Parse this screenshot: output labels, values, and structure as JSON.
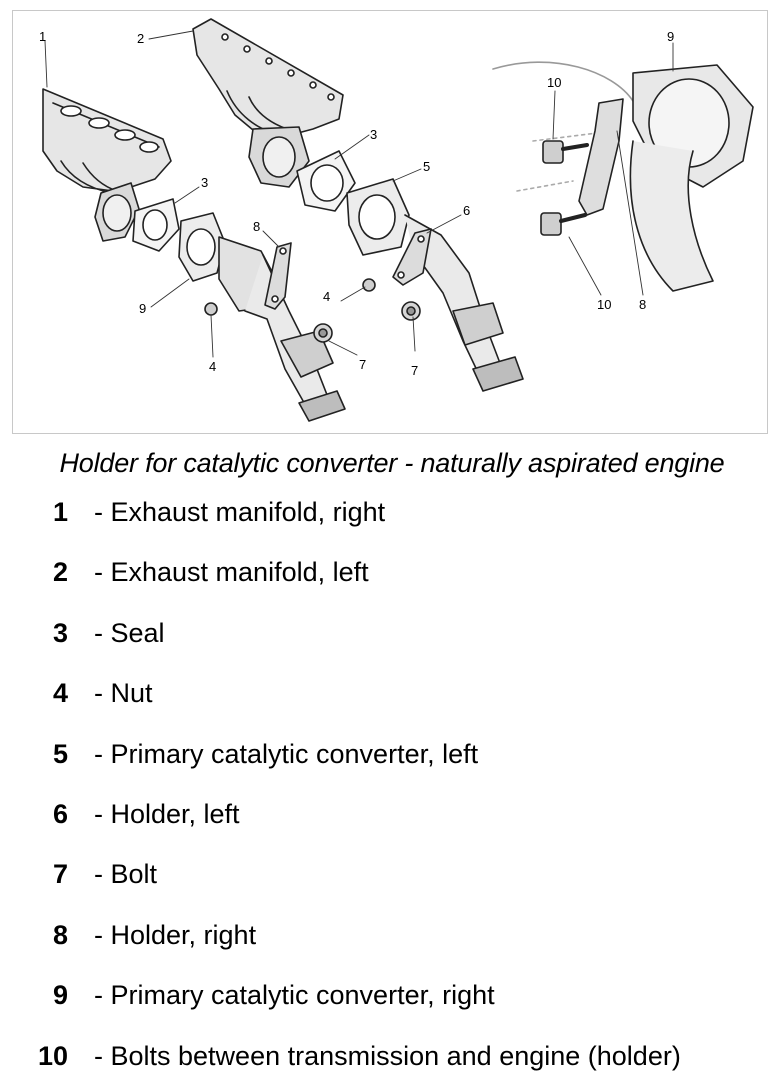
{
  "figure": {
    "callouts": [
      "1",
      "2",
      "3",
      "3",
      "4",
      "4",
      "5",
      "6",
      "7",
      "7",
      "8",
      "8",
      "9",
      "9",
      "10",
      "10"
    ]
  },
  "caption": "Holder for catalytic converter - naturally aspirated engine",
  "legend": [
    {
      "number": "1",
      "description": "- Exhaust manifold, right"
    },
    {
      "number": "2",
      "description": "- Exhaust manifold, left"
    },
    {
      "number": "3",
      "description": "- Seal"
    },
    {
      "number": "4",
      "description": "- Nut"
    },
    {
      "number": "5",
      "description": "- Primary catalytic converter, left"
    },
    {
      "number": "6",
      "description": "- Holder, left"
    },
    {
      "number": "7",
      "description": "- Bolt"
    },
    {
      "number": "8",
      "description": "- Holder, right"
    },
    {
      "number": "9",
      "description": "- Primary catalytic converter, right"
    },
    {
      "number": "10",
      "description": "- Bolts between transmission and engine (holder)"
    }
  ]
}
